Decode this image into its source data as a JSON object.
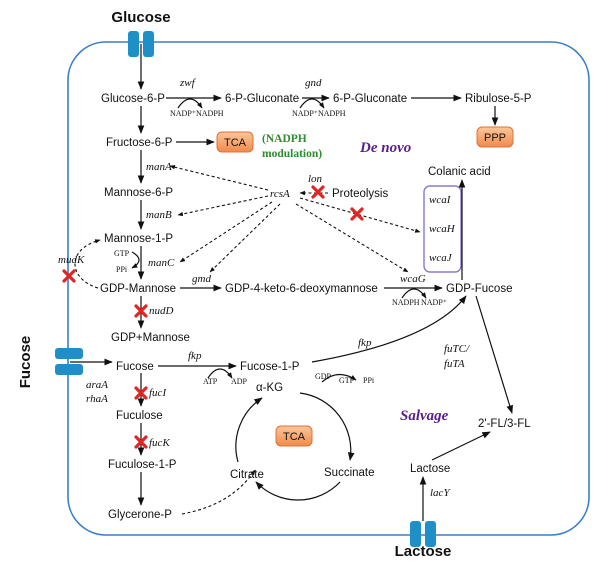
{
  "labels": {
    "glucose": "Glucose",
    "fucose": "Fucose",
    "lactose": "Lactose",
    "de_novo": "De novo",
    "salvage": "Salvage",
    "nadph_line1": "(NADPH",
    "nadph_line2": "modulation)"
  },
  "boxes": {
    "tca_top": "TCA",
    "ppp": "PPP",
    "tca_cycle": "TCA"
  },
  "metabolites": {
    "glucose_6p": "Glucose-6-P",
    "gluconate_1": "6-P-Gluconate",
    "gluconate_2": "6-P-Gluconate",
    "ribulose_5p": "Ribulose-5-P",
    "fructose_6p": "Fructose-6-P",
    "mannose_6p": "Mannose-6-P",
    "mannose_1p": "Mannose-1-P",
    "gdp_mannose": "GDP-Mannose",
    "gdp_keto": "GDP-4-keto-6-deoxymannose",
    "gdp_fucose": "GDP-Fucose",
    "gdp_plus_mannose": "GDP+Mannose",
    "colanic_acid": "Colanic acid",
    "proteolysis": "Proteolysis",
    "fucose_in": "Fucose",
    "fucose_1p": "Fucose-1-P",
    "fuculose": "Fuculose",
    "fuculose_1p": "Fuculose-1-P",
    "glycerone_p": "Glycerone-P",
    "akg": "α-KG",
    "citrate": "Citrate",
    "succinate": "Succinate",
    "lactose_in": "Lactose",
    "fl_product": "2'-FL/3-FL"
  },
  "genes": {
    "zwf": "zwf",
    "gnd": "gnd",
    "manA": "manA",
    "manB": "manB",
    "manC": "manC",
    "mudK": "mudK",
    "nudD": "nudD",
    "gmd": "gmd",
    "wcaG": "wcaG",
    "rcsA": "rcsA",
    "lon": "lon",
    "wcaI": "wcaI",
    "wcaH": "wcaH",
    "wcaJ": "wcaJ",
    "fkp_1": "fkp",
    "fkp_2": "fkp",
    "araA": "araA",
    "rhaA": "rhaA",
    "fucI": "fucI",
    "fucK": "fucK",
    "futC": "fuTC/",
    "futA": "fuTA",
    "lacY": "lacY"
  },
  "cofactors": {
    "nadp_1": "NADP⁺",
    "nadph_1": "NADPH",
    "nadp_2": "NADP⁺",
    "nadph_2": "NADPH",
    "gtp_1": "GTP",
    "ppi_1": "PPi",
    "nadph_3": "NADPH",
    "nadp_3": "NADP⁺",
    "atp": "ATP",
    "adp": "ADP",
    "gdp": "GDP",
    "gtp_2": "GTP",
    "ppi_2": "PPi"
  },
  "colors": {
    "membrane": "#3a7ec9",
    "transporter": "#1f8fc8",
    "box_fill": "#f7a56c",
    "box_stroke": "#e0703a",
    "knockout": "#e02525",
    "pathway_title": "#5a1e8c",
    "nadph_note": "#2e8b2e",
    "wca_box": "#8c78d2"
  }
}
